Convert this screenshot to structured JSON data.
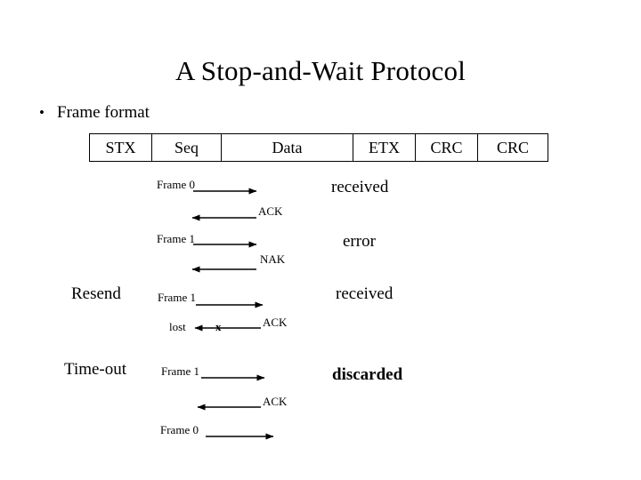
{
  "slide": {
    "title": "A Stop-and-Wait Protocol",
    "bullet_marker": "•",
    "bullet_text": "Frame format"
  },
  "frame_format": {
    "cells": [
      {
        "label": "STX"
      },
      {
        "label": "Seq"
      },
      {
        "label": "Data"
      },
      {
        "label": "ETX"
      },
      {
        "label": "CRC"
      },
      {
        "label": "CRC"
      }
    ]
  },
  "sequence": {
    "rows": [
      {
        "left_label": "",
        "message": "Frame 0",
        "direction": "right",
        "status": "received"
      },
      {
        "left_label": "",
        "message": "ACK",
        "direction": "left",
        "status": ""
      },
      {
        "left_label": "",
        "message": "Frame 1",
        "direction": "right",
        "status": "error"
      },
      {
        "left_label": "",
        "message": "NAK",
        "direction": "left",
        "status": ""
      },
      {
        "left_label": "Resend",
        "message": "Frame 1",
        "direction": "right",
        "status": "received"
      },
      {
        "left_label": "lost",
        "message": "ACK",
        "direction": "left",
        "status": "",
        "lost_marker": "x"
      },
      {
        "left_label": "Time-out",
        "message": "Frame 1",
        "direction": "right",
        "status": "discarded"
      },
      {
        "left_label": "",
        "message": "ACK",
        "direction": "left",
        "status": ""
      },
      {
        "left_label": "",
        "message": "Frame 0",
        "direction": "right",
        "status": ""
      }
    ]
  },
  "colors": {
    "background": "#ffffff",
    "foreground": "#000000"
  }
}
